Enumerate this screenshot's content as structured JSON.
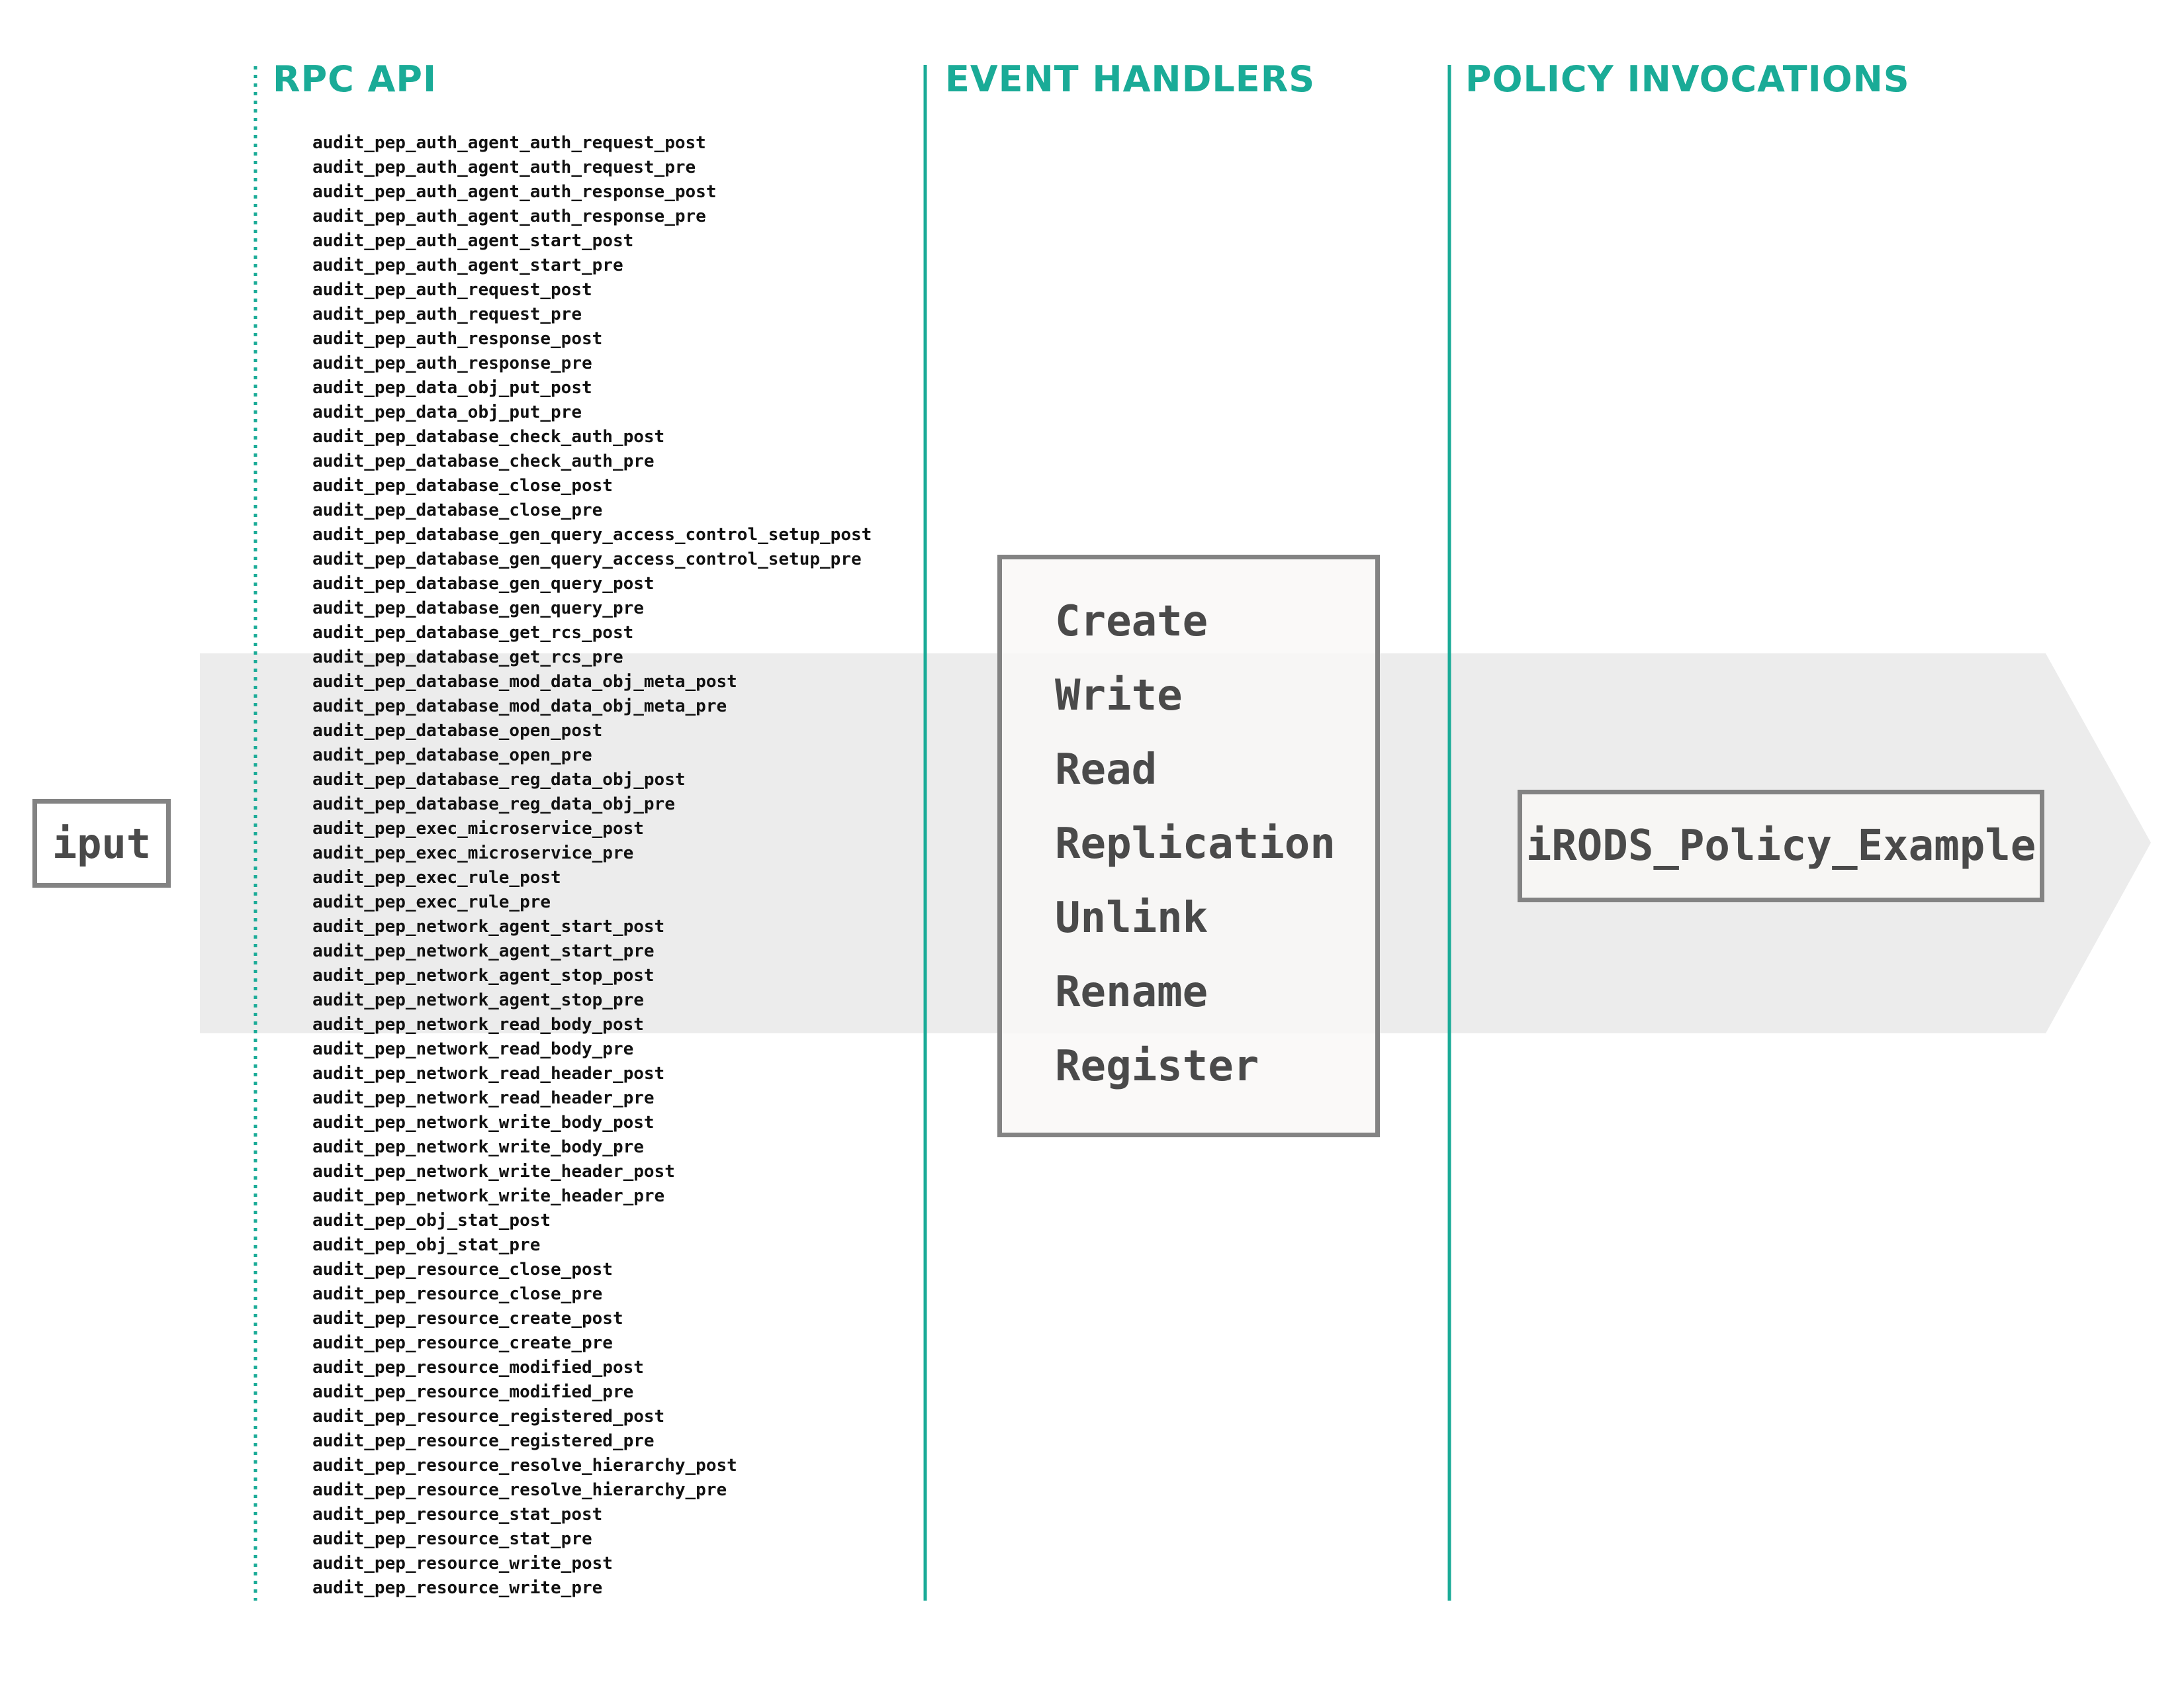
{
  "headings": {
    "rpc_api": "RPC API",
    "event_handlers": "EVENT HANDLERS",
    "policy_invocations": "POLICY INVOCATIONS"
  },
  "input_label": "iput",
  "policy_label": "iRODS_Policy_Example",
  "rpc_api_peps": [
    "audit_pep_auth_agent_auth_request_post",
    "audit_pep_auth_agent_auth_request_pre",
    "audit_pep_auth_agent_auth_response_post",
    "audit_pep_auth_agent_auth_response_pre",
    "audit_pep_auth_agent_start_post",
    "audit_pep_auth_agent_start_pre",
    "audit_pep_auth_request_post",
    "audit_pep_auth_request_pre",
    "audit_pep_auth_response_post",
    "audit_pep_auth_response_pre",
    "audit_pep_data_obj_put_post",
    "audit_pep_data_obj_put_pre",
    "audit_pep_database_check_auth_post",
    "audit_pep_database_check_auth_pre",
    "audit_pep_database_close_post",
    "audit_pep_database_close_pre",
    "audit_pep_database_gen_query_access_control_setup_post",
    "audit_pep_database_gen_query_access_control_setup_pre",
    "audit_pep_database_gen_query_post",
    "audit_pep_database_gen_query_pre",
    "audit_pep_database_get_rcs_post",
    "audit_pep_database_get_rcs_pre",
    "audit_pep_database_mod_data_obj_meta_post",
    "audit_pep_database_mod_data_obj_meta_pre",
    "audit_pep_database_open_post",
    "audit_pep_database_open_pre",
    "audit_pep_database_reg_data_obj_post",
    "audit_pep_database_reg_data_obj_pre",
    "audit_pep_exec_microservice_post",
    "audit_pep_exec_microservice_pre",
    "audit_pep_exec_rule_post",
    "audit_pep_exec_rule_pre",
    "audit_pep_network_agent_start_post",
    "audit_pep_network_agent_start_pre",
    "audit_pep_network_agent_stop_post",
    "audit_pep_network_agent_stop_pre",
    "audit_pep_network_read_body_post",
    "audit_pep_network_read_body_pre",
    "audit_pep_network_read_header_post",
    "audit_pep_network_read_header_pre",
    "audit_pep_network_write_body_post",
    "audit_pep_network_write_body_pre",
    "audit_pep_network_write_header_post",
    "audit_pep_network_write_header_pre",
    "audit_pep_obj_stat_post",
    "audit_pep_obj_stat_pre",
    "audit_pep_resource_close_post",
    "audit_pep_resource_close_pre",
    "audit_pep_resource_create_post",
    "audit_pep_resource_create_pre",
    "audit_pep_resource_modified_post",
    "audit_pep_resource_modified_pre",
    "audit_pep_resource_registered_post",
    "audit_pep_resource_registered_pre",
    "audit_pep_resource_resolve_hierarchy_post",
    "audit_pep_resource_resolve_hierarchy_pre",
    "audit_pep_resource_stat_post",
    "audit_pep_resource_stat_pre",
    "audit_pep_resource_write_post",
    "audit_pep_resource_write_pre"
  ],
  "event_handlers": [
    "Create",
    "Write",
    "Read",
    "Replication",
    "Unlink",
    "Rename",
    "Register"
  ],
  "colors": {
    "accent": "#1aab97",
    "arrow_band": "#ececec",
    "box_border": "#838383",
    "box_text": "#4a4a4a"
  }
}
